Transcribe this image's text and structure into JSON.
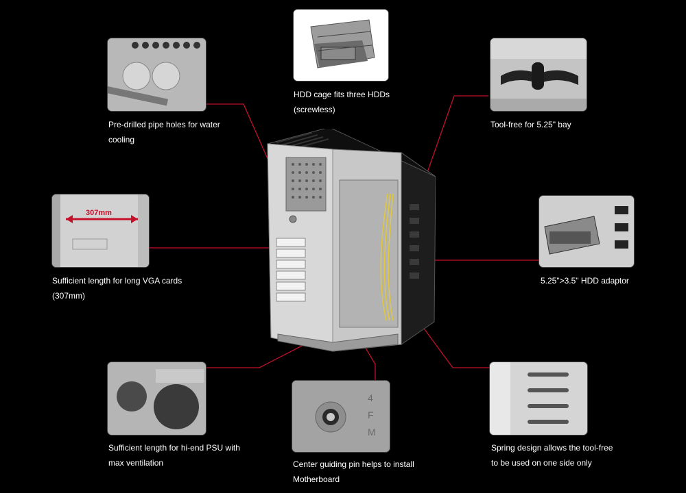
{
  "features": {
    "water_cooling": {
      "icon": "pipe-holes-photo",
      "caption": [
        "Pre-drilled pipe holes for water",
        "cooling"
      ]
    },
    "hdd_cage": {
      "icon": "hdd-cage-photo",
      "caption": [
        "HDD cage fits three HDDs",
        "(screwless)"
      ]
    },
    "toolfree_525": {
      "icon": "toolfree-bay-photo",
      "caption": [
        "Tool-free for 5.25\" bay"
      ]
    },
    "vga_length": {
      "icon": "vga-length-photo",
      "dimension_label": "307mm",
      "caption": [
        "Sufficient length for long VGA cards",
        "(307mm)"
      ]
    },
    "hdd_adaptor": {
      "icon": "hdd-adaptor-photo",
      "caption": [
        "5.25\">3.5\" HDD adaptor"
      ]
    },
    "psu_vent": {
      "icon": "psu-vent-photo",
      "caption": [
        "Sufficient length for hi-end PSU with",
        "max ventilation"
      ]
    },
    "guide_pin": {
      "icon": "guide-pin-photo",
      "caption": [
        "Center guiding pin helps to install",
        "Motherboard"
      ]
    },
    "spring": {
      "icon": "spring-design-photo",
      "caption": [
        "Spring design allows the tool-free",
        "to be used on one side only"
      ]
    }
  },
  "colors": {
    "background": "#000000",
    "callout_line": "#c4102a",
    "text": "#ffffff"
  }
}
